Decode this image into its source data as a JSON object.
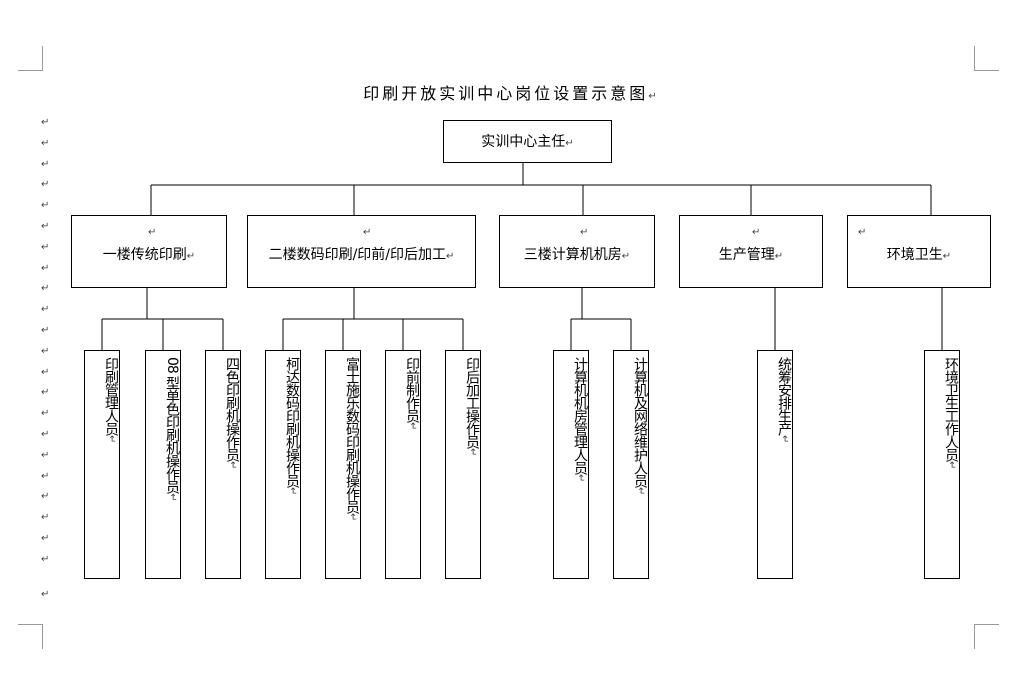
{
  "title": "印刷开放实训中心岗位设置示意图",
  "paragraph_mark": "↵",
  "root": {
    "label": "实训中心主任"
  },
  "departments": [
    {
      "label": "一楼传统印刷",
      "positions": [
        "印刷管理人员",
        "08 型单色印刷机操作员",
        "四色印刷机操作员"
      ]
    },
    {
      "label": "二楼数码印刷/印前/印后加工",
      "positions": [
        "柯达数码印刷机操作员",
        "富士施乐数码印刷机操作员",
        "印前制作员",
        "印后加工操作员"
      ]
    },
    {
      "label": "三楼计算机机房",
      "positions": [
        "计算机机房管理人员",
        "计算机及网络维护人员"
      ]
    },
    {
      "label": "生产管理",
      "positions": [
        "统筹安排生产"
      ]
    },
    {
      "label": "环境卫生",
      "positions": [
        "环境卫生工作人员"
      ]
    }
  ]
}
